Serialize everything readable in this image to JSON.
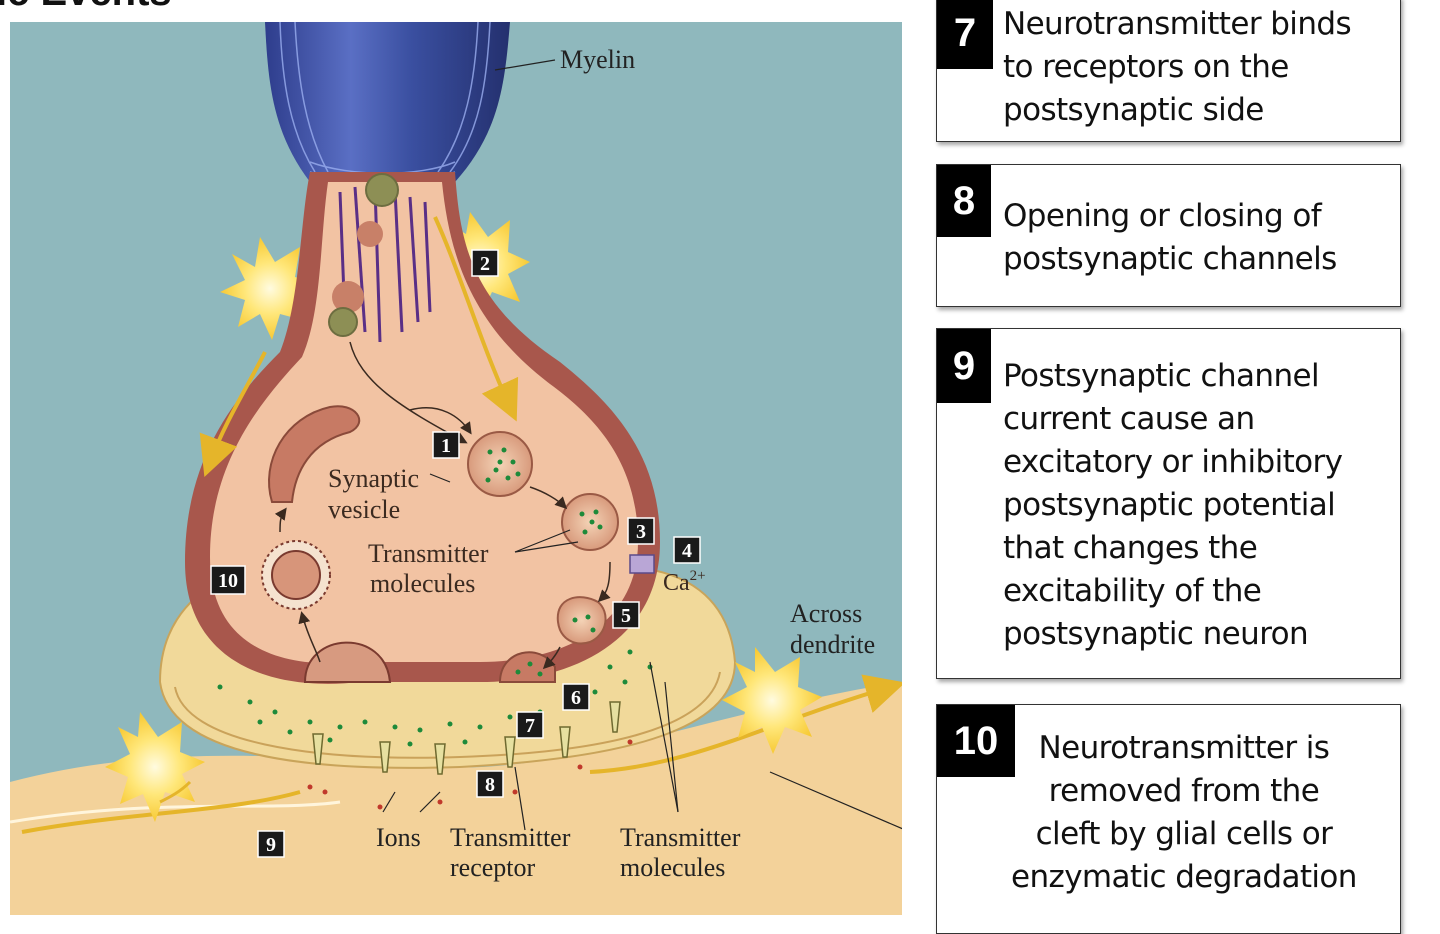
{
  "header": {
    "title": "ic Events"
  },
  "diagram": {
    "labels": {
      "myelin": "Myelin",
      "synaptic_vesicle_line1": "Synaptic",
      "synaptic_vesicle_line2": "vesicle",
      "transmitter_molecules_line1": "Transmitter",
      "transmitter_molecules_line2": "molecules",
      "calcium": "Ca",
      "calcium_sup": "2+",
      "across_dendrite_line1": "Across",
      "across_dendrite_line2": "dendrite",
      "ions": "Ions",
      "transmitter_receptor_line1": "Transmitter",
      "transmitter_receptor_line2": "receptor",
      "transmitter_molecules2_line1": "Transmitter",
      "transmitter_molecules2_line2": "molecules"
    },
    "markers": {
      "m1": "1",
      "m2": "2",
      "m3": "3",
      "m4": "4",
      "m5": "5",
      "m6": "6",
      "m7": "7",
      "m8": "8",
      "m9": "9",
      "m10": "10"
    }
  },
  "steps": [
    {
      "number": "7",
      "lines": [
        "Neurotransmitter binds",
        "to receptors on the",
        "postsynaptic side"
      ]
    },
    {
      "number": "8",
      "lines": [
        "Opening or closing of",
        "postsynaptic channels"
      ]
    },
    {
      "number": "9",
      "lines": [
        "Postsynaptic channel",
        "current cause an",
        "excitatory or inhibitory",
        "postsynaptic potential",
        "that changes the",
        "excitability of the",
        "postsynaptic neuron"
      ]
    },
    {
      "number": "10",
      "lines": [
        "Neurotransmitter is",
        "removed from the",
        "cleft by glial cells or",
        "enzymatic degradation"
      ]
    }
  ],
  "colors": {
    "background_fluid": "#8fb8bd",
    "myelin": "#3a4fa0",
    "terminal_outer": "#a8574c",
    "terminal_inner": "#f2c3a3",
    "glia": "#f1d99a",
    "dendrite": "#f4d49c",
    "transmitter_dots": "#1e8a3a"
  }
}
